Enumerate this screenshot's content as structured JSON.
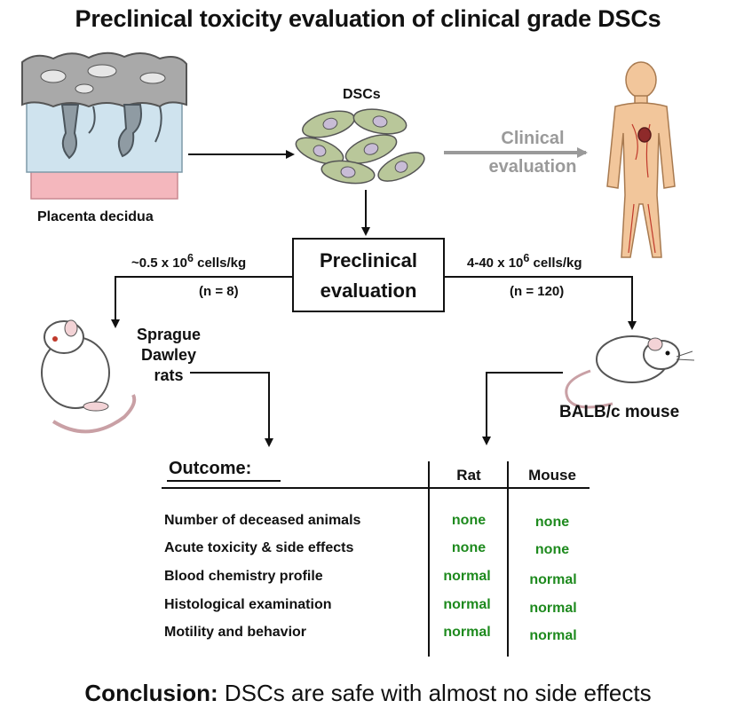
{
  "title": "Preclinical toxicity evaluation of clinical grade DSCs",
  "source": {
    "label": "Placenta decidua"
  },
  "cells": {
    "label": "DSCs"
  },
  "clinical": {
    "line1": "Clinical",
    "line2": "evaluation"
  },
  "preclinical": {
    "line1": "Preclinical",
    "line2": "evaluation"
  },
  "left_branch": {
    "dose_prefix": "~0.5 x 10",
    "dose_exp": "6",
    "dose_suffix": " cells/kg",
    "n": "(n = 8)",
    "animal_line1": "Sprague",
    "animal_line2": "Dawley",
    "animal_line3": "rats"
  },
  "right_branch": {
    "dose_prefix": "4-40 x 10",
    "dose_exp": "6",
    "dose_suffix": " cells/kg",
    "n": "(n = 120)",
    "animal": "BALB/c mouse"
  },
  "outcome": {
    "heading": "Outcome:",
    "columns": [
      "Rat",
      "Mouse"
    ],
    "rows": [
      {
        "label": "Number of deceased animals",
        "rat": "none",
        "mouse": "none"
      },
      {
        "label": "Acute toxicity & side effects",
        "rat": "none",
        "mouse": "none"
      },
      {
        "label": "Blood chemistry profile",
        "rat": "normal",
        "mouse": "normal"
      },
      {
        "label": "Histological examination",
        "rat": "normal",
        "mouse": "normal"
      },
      {
        "label": "Motility and behavior",
        "rat": "normal",
        "mouse": "normal"
      }
    ]
  },
  "conclusion": {
    "lead": "Conclusion:",
    "text": " DSCs are safe with almost no side effects"
  },
  "colors": {
    "result_green": "#1e8a1e",
    "clinical_gray": "#9a9a9a",
    "cell_fill": "#b9c79a",
    "skin": "#f2c69b"
  }
}
